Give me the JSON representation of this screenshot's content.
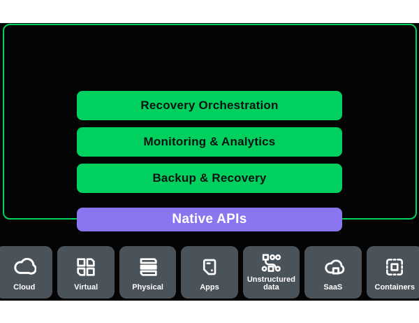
{
  "diagram": {
    "platform_layers": [
      {
        "label": "Recovery Orchestration"
      },
      {
        "label": "Monitoring & Analytics"
      },
      {
        "label": "Backup & Recovery"
      }
    ],
    "api_bar": {
      "label": "Native APIs"
    },
    "workloads": [
      {
        "label": "Cloud",
        "icon": "cloud-icon"
      },
      {
        "label": "Virtual",
        "icon": "virtual-icon"
      },
      {
        "label": "Physical",
        "icon": "physical-icon"
      },
      {
        "label": "Apps",
        "icon": "apps-icon"
      },
      {
        "label": "Unstructured data",
        "icon": "unstructured-data-icon"
      },
      {
        "label": "SaaS",
        "icon": "saas-icon"
      },
      {
        "label": "Containers",
        "icon": "containers-icon"
      }
    ],
    "colors": {
      "green": "#00d15e",
      "purple": "#8b74f0",
      "tile_gray": "#4a525a",
      "background_black": "#040404",
      "layer_text": "#0b1210",
      "api_text": "#ffffff",
      "tile_text": "#ffffff"
    }
  }
}
